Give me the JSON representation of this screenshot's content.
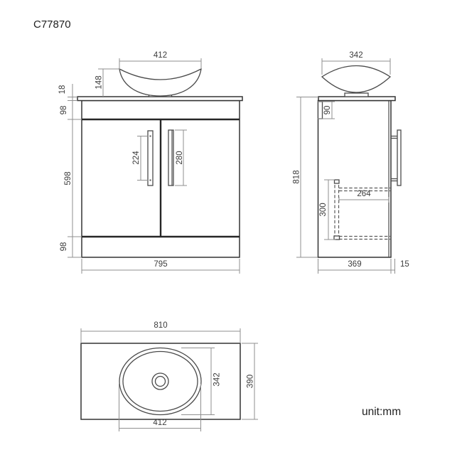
{
  "product_code": "C77870",
  "unit_label": "unit:mm",
  "front_view": {
    "basin_width": "412",
    "basin_height": "148",
    "countertop_thickness": "18",
    "top_rail_height": "98",
    "door_height": "598",
    "plinth_height": "98",
    "left_handle_length": "224",
    "right_handle_length": "280",
    "cabinet_width": "795"
  },
  "side_view": {
    "basin_depth": "342",
    "rail_depth": "90",
    "total_height": "818",
    "shelf_depth": "264",
    "shelf_height": "300",
    "cabinet_depth": "369",
    "back_overhang": "15"
  },
  "top_view": {
    "countertop_width": "810",
    "basin_depth": "342",
    "countertop_depth": "390",
    "basin_width": "412"
  }
}
